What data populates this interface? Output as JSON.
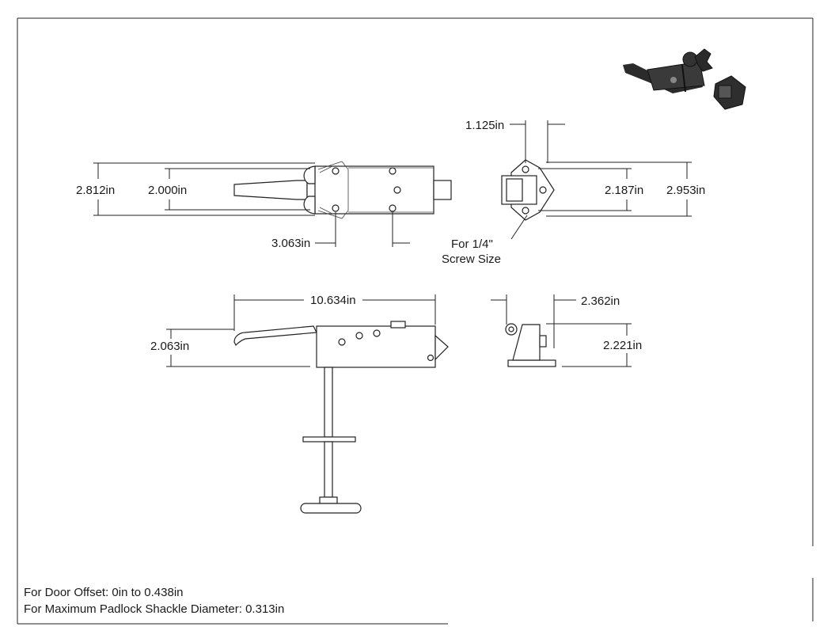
{
  "dimensions": {
    "top_view_height_overall": "2.812in",
    "top_view_height_inner": "2.000in",
    "top_view_hole_spacing": "3.063in",
    "strike_width": "1.125in",
    "strike_hole_spacing": "2.187in",
    "strike_height_overall": "2.953in",
    "screw_note_line1": "For 1/4\"",
    "screw_note_line2": "Screw Size",
    "side_view_length": "10.634in",
    "side_view_handle_height": "2.063in",
    "strike_side_width": "2.362in",
    "strike_side_height": "2.221in"
  },
  "notes": {
    "door_offset": "For Door Offset: 0in to 0.438in",
    "padlock": "For Maximum Padlock Shackle Diameter: 0.313in"
  }
}
